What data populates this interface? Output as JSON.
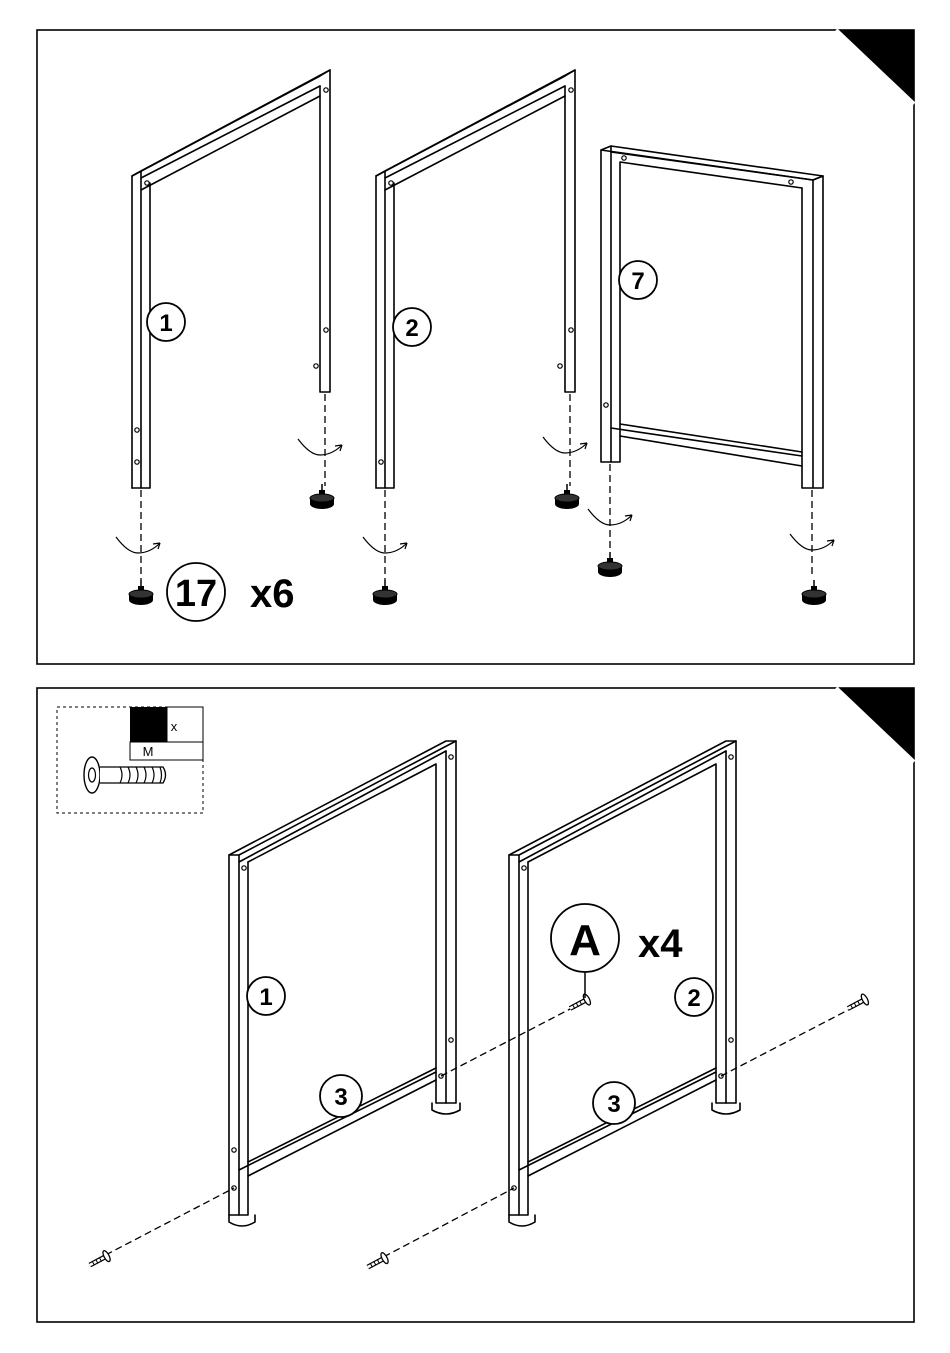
{
  "step1": {
    "parts": [
      "1",
      "2",
      "7"
    ],
    "foot_part": "17",
    "foot_qty": "x6"
  },
  "step2": {
    "legend": {
      "count_label": "x",
      "size_label": "M"
    },
    "parts": {
      "left_frame": "1",
      "right_frame": "2",
      "rail": "3"
    },
    "screw_part": "A",
    "screw_qty": "x4"
  },
  "colors": {
    "ink": "#000000",
    "paper": "#ffffff"
  }
}
